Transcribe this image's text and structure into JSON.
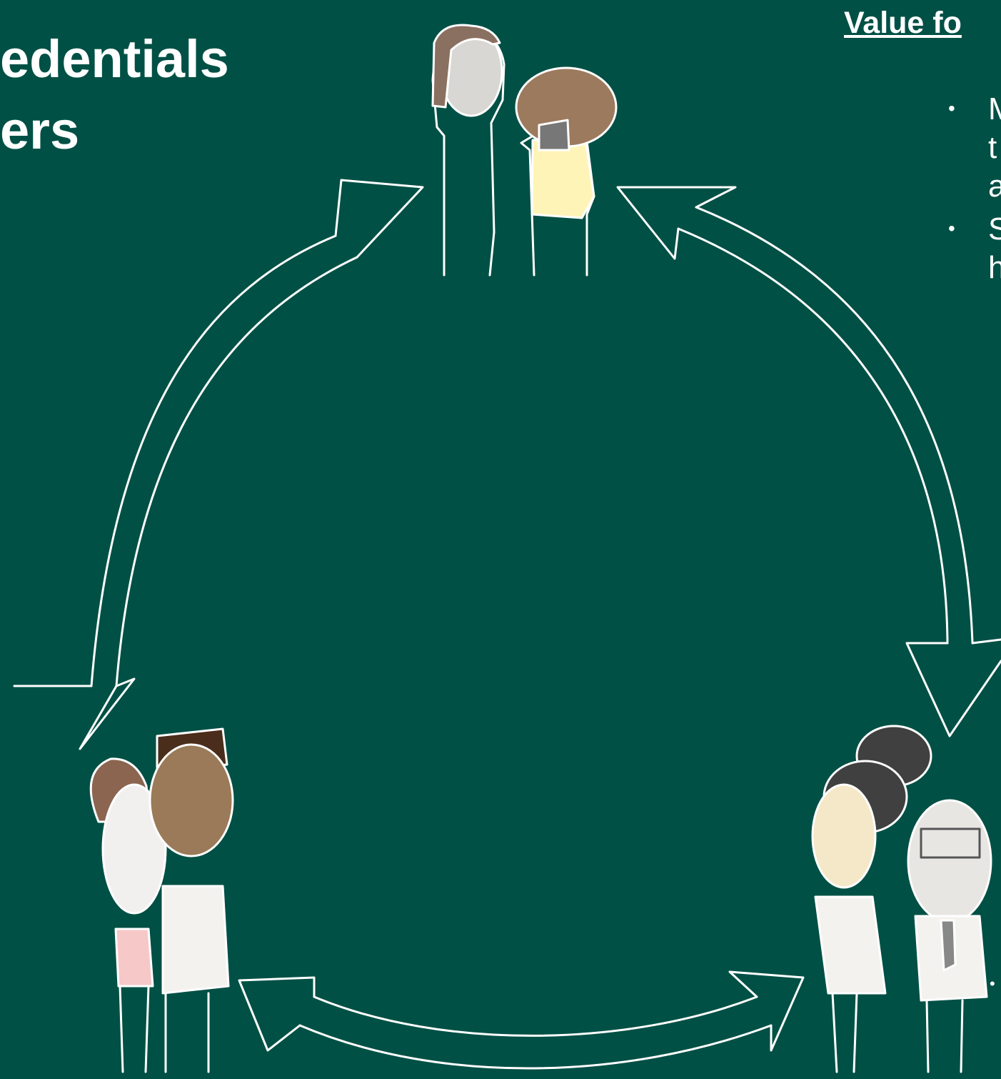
{
  "title": {
    "line1": "edentials",
    "line2": "ers"
  },
  "value_panel": {
    "heading": "Value fo",
    "bullets": [
      {
        "lines": [
          "M",
          "t",
          "a"
        ]
      },
      {
        "lines": [
          "S",
          "h"
        ]
      }
    ],
    "bullet_glyph": "•"
  },
  "stray_bullet": "•",
  "colors": {
    "background": "#015045",
    "line": "#ffffff"
  }
}
